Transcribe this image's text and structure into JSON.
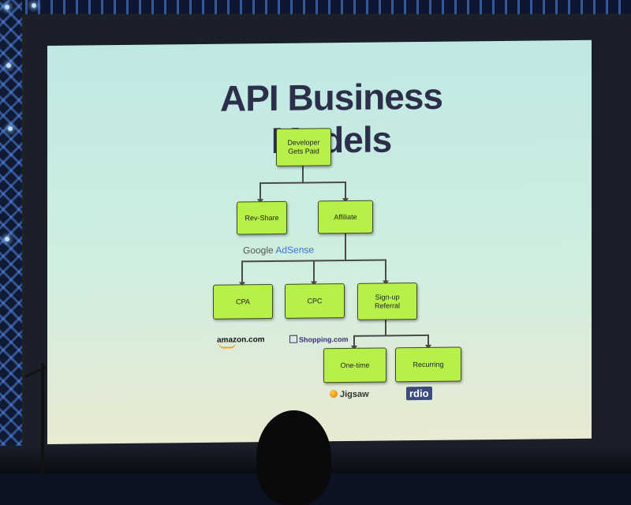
{
  "slide": {
    "title": "API Business Models"
  },
  "nodes": {
    "root": "Developer\nGets Paid",
    "rev_share": "Rev-Share",
    "affiliate": "Affiliate",
    "cpa": "CPA",
    "cpc": "CPC",
    "signup_referral": "Sign-up\nReferral",
    "one_time": "One-time",
    "recurring": "Recurring"
  },
  "logos": {
    "google_adsense_a": "Google",
    "google_adsense_b": " AdSense",
    "amazon": "amazon.com",
    "shopping": "Shopping.com",
    "jigsaw": "Jigsaw",
    "rdio": "rdio"
  },
  "colors": {
    "node_fill": "#b6f049",
    "slide_bg": "#c7ecdf",
    "title_color": "#2d2f4a"
  }
}
